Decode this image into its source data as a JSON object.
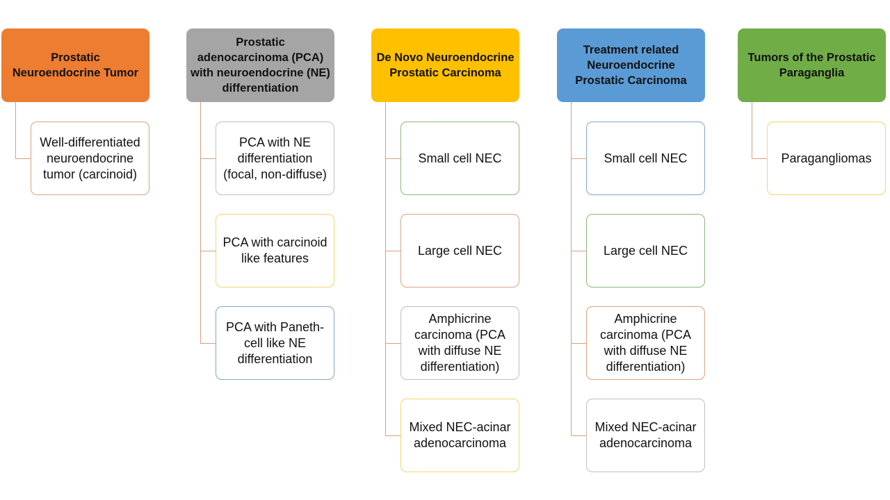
{
  "diagram": {
    "columns": [
      {
        "title": "Prostatic Neuroendocrine Tumor",
        "color": "#ED7D31",
        "children": [
          {
            "label": "Well-differentiated neuroendocrine tumor (carcinoid)",
            "border": "#D9A37F"
          }
        ]
      },
      {
        "title": "Prostatic adenocarcinoma (PCA) with neuroendocrine (NE) differentiation",
        "color": "#A5A5A5",
        "children": [
          {
            "label": "PCA with NE differentiation (focal, non-diffuse)",
            "border": "#BFBFBF"
          },
          {
            "label": "PCA with carcinoid like features",
            "border": "#F2D56B"
          },
          {
            "label": "PCA with Paneth-cell like NE differentiation",
            "border": "#7FA7C9"
          }
        ]
      },
      {
        "title": "De Novo Neuroendocrine Prostatic Carcinoma",
        "color": "#FFC000",
        "children": [
          {
            "label": "Small cell NEC",
            "border": "#8DB57A"
          },
          {
            "label": "Large cell NEC",
            "border": "#D9A37F"
          },
          {
            "label": "Amphicrine carcinoma (PCA with diffuse NE differentiation)",
            "border": "#BFBFBF"
          },
          {
            "label": "Mixed NEC-acinar adenocarcinoma",
            "border": "#F2D56B"
          }
        ]
      },
      {
        "title": "Treatment related Neuroendocrine Prostatic Carcinoma",
        "color": "#5B9BD5",
        "children": [
          {
            "label": "Small cell NEC",
            "border": "#7FA7C9"
          },
          {
            "label": "Large cell NEC",
            "border": "#8DB57A"
          },
          {
            "label": "Amphicrine carcinoma (PCA with diffuse NE differentiation)",
            "border": "#D9A37F"
          },
          {
            "label": "Mixed NEC-acinar adenocarcinoma",
            "border": "#BFBFBF"
          }
        ]
      },
      {
        "title": "Tumors of the Prostatic Paraganglia",
        "color": "#70AD47",
        "children": [
          {
            "label": "Paragangliomas",
            "border": "#F2D56B"
          }
        ]
      }
    ]
  }
}
